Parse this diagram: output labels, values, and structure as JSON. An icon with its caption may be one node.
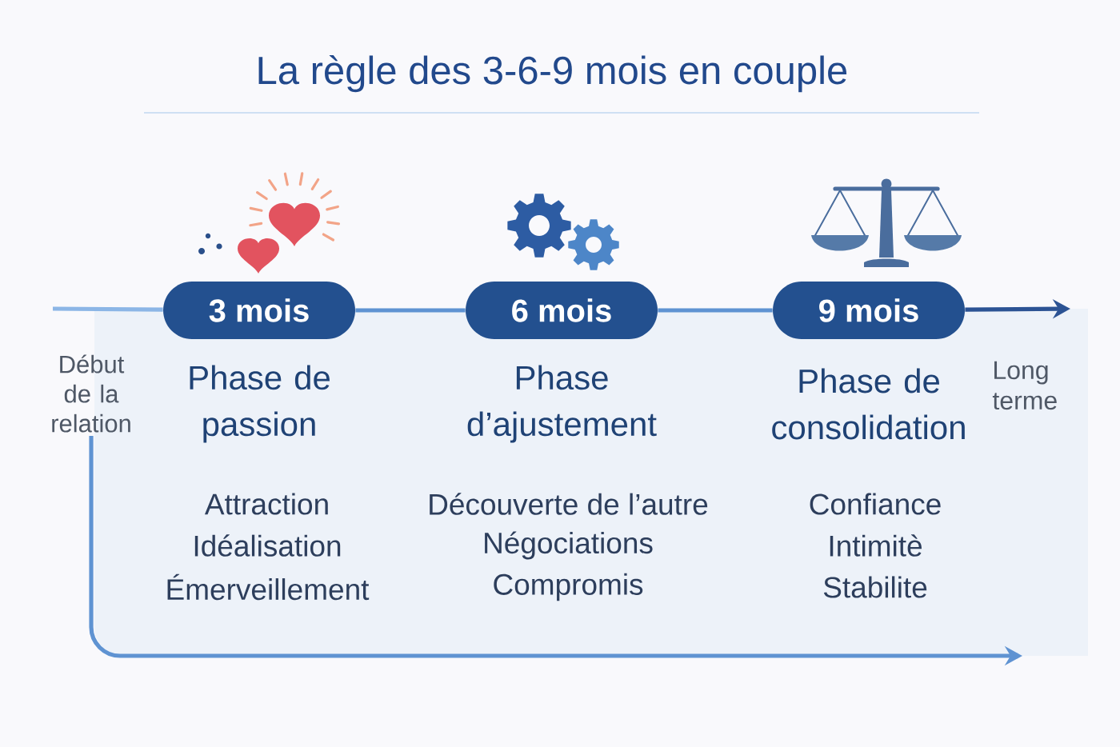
{
  "diagram": {
    "title": "La règle des 3-6-9 mois en couple",
    "nodes": [
      {
        "text": [
          "Début de la relation"
        ]
      },
      {
        "text": [
          "3 mois"
        ],
        "beside": [
          "Phase de passion",
          "Attraction",
          "Idéalisation",
          "Émerveillement"
        ]
      },
      {
        "text": [
          "6 mois"
        ],
        "beside": [
          "Phase d’ajustement",
          "Découverte de l’autre",
          "Négociations",
          "Compromis"
        ]
      },
      {
        "text": [
          "9 mois"
        ],
        "beside": [
          "Phase de consolidation",
          "Confiance",
          "Intimitè",
          "Stabilite"
        ]
      }
    ],
    "edges": [
      {
        "from": null,
        "to": 1,
        "arrow": "none",
        "color": "#8cb6e6"
      },
      {
        "from": 1,
        "to": 2,
        "arrow": "none"
      },
      {
        "from": 2,
        "to": 3,
        "arrow": "none"
      },
      {
        "from": 3,
        "to": null,
        "arrow": "to",
        "color": "#2c5394"
      },
      {
        "from": 0,
        "to": null,
        "arrow": "to"
      }
    ],
    "labels": [
      "Long terme"
    ]
  }
}
